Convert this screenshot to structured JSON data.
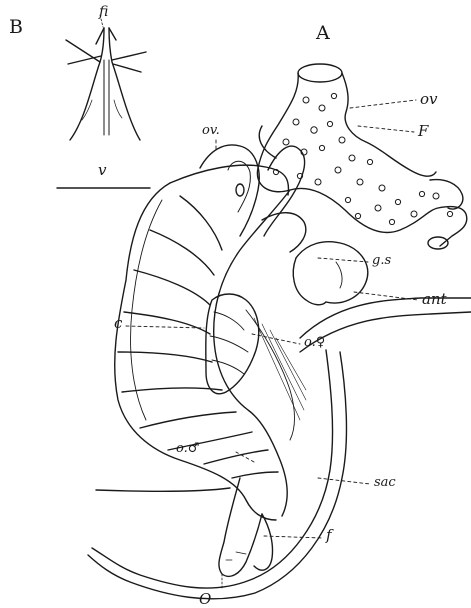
{
  "figure": {
    "panels": {
      "a": "A",
      "b": "B"
    },
    "panel_b_labels": {
      "fi": "fi",
      "v": "v"
    },
    "panel_a_labels": {
      "ov_top": "ov",
      "F": "F",
      "ov_left": "ov.",
      "gs": "g.s",
      "ant": "ant",
      "c": "c",
      "oq": "o.♀",
      "ob": "o.♂",
      "sac": "sac",
      "f": "f",
      "O": "O"
    },
    "colors": {
      "ink": "#1a1a1a",
      "paper": "#ffffff"
    }
  }
}
